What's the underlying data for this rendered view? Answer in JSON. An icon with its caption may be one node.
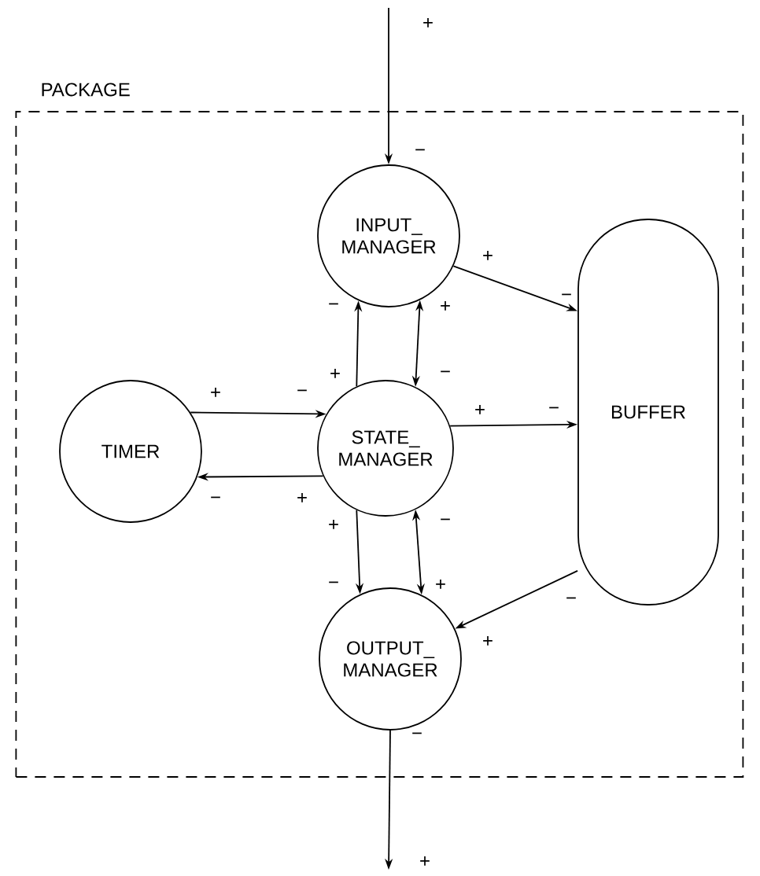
{
  "diagram": {
    "nodes": [
      {
        "text": [
          "PACKAGE"
        ]
      },
      {
        "text": [
          "INPUT_ MANAGER"
        ],
        "in": 0
      },
      {
        "text": [
          "TIMER"
        ],
        "in": 0
      },
      {
        "text": [
          "STATE_ MANAGER"
        ],
        "in": 0
      },
      {
        "text": [
          "BUFFER"
        ],
        "in": 0
      },
      {
        "text": [
          "OUTPUT_ MANAGER"
        ],
        "in": 0
      }
    ],
    "edges": [
      {
        "from": null,
        "to": 1,
        "arrow": "to"
      },
      {
        "from": 1,
        "to": 4,
        "arrow": "to"
      },
      {
        "from": 3,
        "to": 1,
        "arrow": "to"
      },
      {
        "from": 1,
        "to": 3,
        "arrow": "both"
      },
      {
        "from": 2,
        "to": 3,
        "arrow": "to"
      },
      {
        "from": 3,
        "to": 2,
        "arrow": "to"
      },
      {
        "from": 3,
        "to": 4,
        "arrow": "to"
      },
      {
        "from": 3,
        "to": 5,
        "arrow": "to"
      },
      {
        "from": 3,
        "to": 5,
        "arrow": "both"
      },
      {
        "from": 4,
        "to": 5,
        "arrow": "to"
      },
      {
        "from": 5,
        "to": null,
        "arrow": "to"
      }
    ],
    "labels": [
      "+",
      "−",
      "+",
      "−",
      "−",
      "+",
      "+",
      "−",
      "+",
      "−",
      "+",
      "−",
      "−",
      "+",
      "+",
      "−",
      "−",
      "+",
      "−",
      "+",
      "−",
      "+"
    ]
  }
}
